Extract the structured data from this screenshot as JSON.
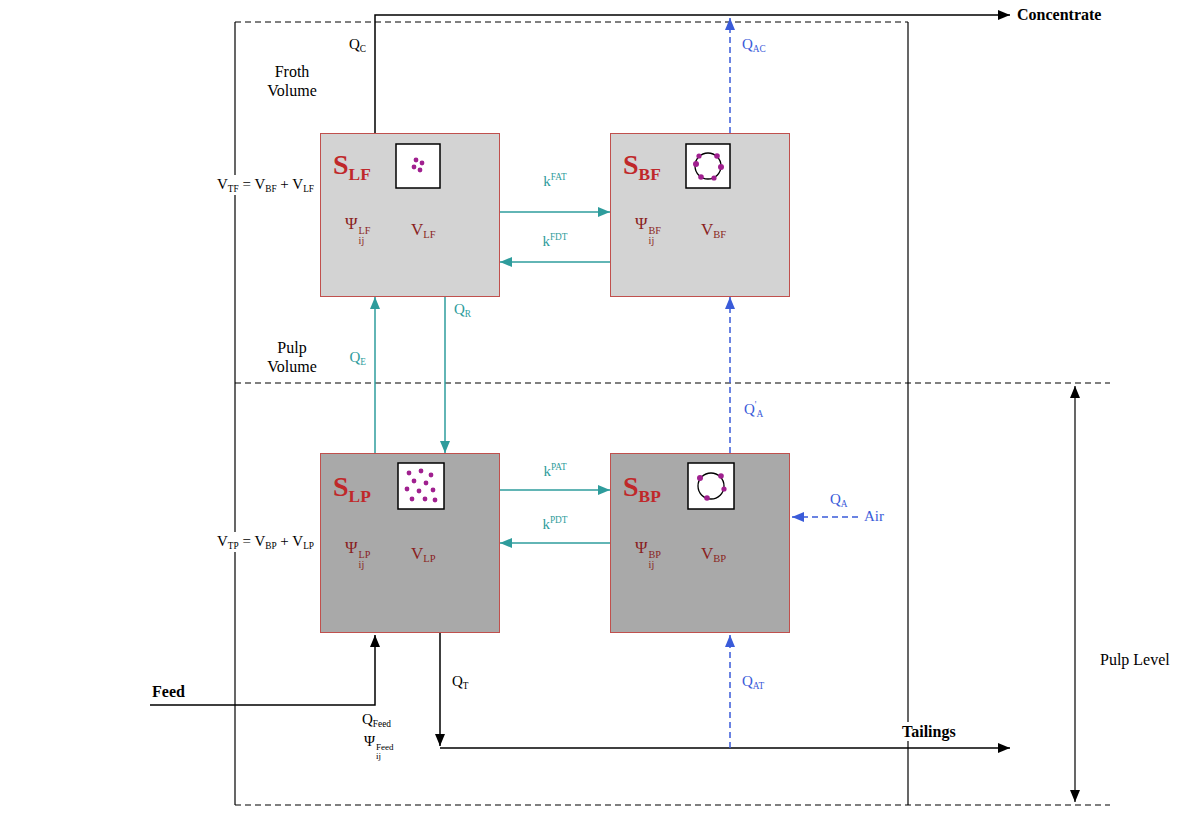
{
  "diagram": {
    "nodes": [
      {
        "text": [
          "SLF",
          "ΨijLF",
          "VLF"
        ]
      },
      {
        "text": [
          "SBF",
          "ΨijBF",
          "VBF"
        ]
      },
      {
        "text": [
          "SLP",
          "ΨijLP",
          "VLP"
        ]
      },
      {
        "text": [
          "SBP",
          "ΨijBP",
          "VBP"
        ]
      }
    ],
    "edges": [
      {
        "from": 0,
        "to": 1,
        "arrow": "to",
        "label": "kFAT"
      },
      {
        "from": 1,
        "to": 0,
        "arrow": "to",
        "label": "kFDT"
      },
      {
        "from": 0,
        "to": 2,
        "arrow": "to",
        "label": "QR"
      },
      {
        "from": 2,
        "to": 0,
        "arrow": "to",
        "label": "QE"
      },
      {
        "from": 2,
        "to": 3,
        "arrow": "to",
        "label": "kPAT"
      },
      {
        "from": 3,
        "to": 2,
        "arrow": "to",
        "label": "kPDT"
      },
      {
        "from": 3,
        "to": 1,
        "arrow": "to",
        "label": "Q'A"
      }
    ],
    "labels": [
      "Concentrate",
      "QC",
      "QAC",
      "Froth Volume",
      "VTF = VBF + VLF",
      "Pulp Volume",
      "VTP = VBP + VLP",
      "Feed",
      "QFeed",
      "ΨijFeed",
      "QT",
      "QAT",
      "Tailings",
      "QA",
      "Air",
      "Pulp Level"
    ]
  }
}
